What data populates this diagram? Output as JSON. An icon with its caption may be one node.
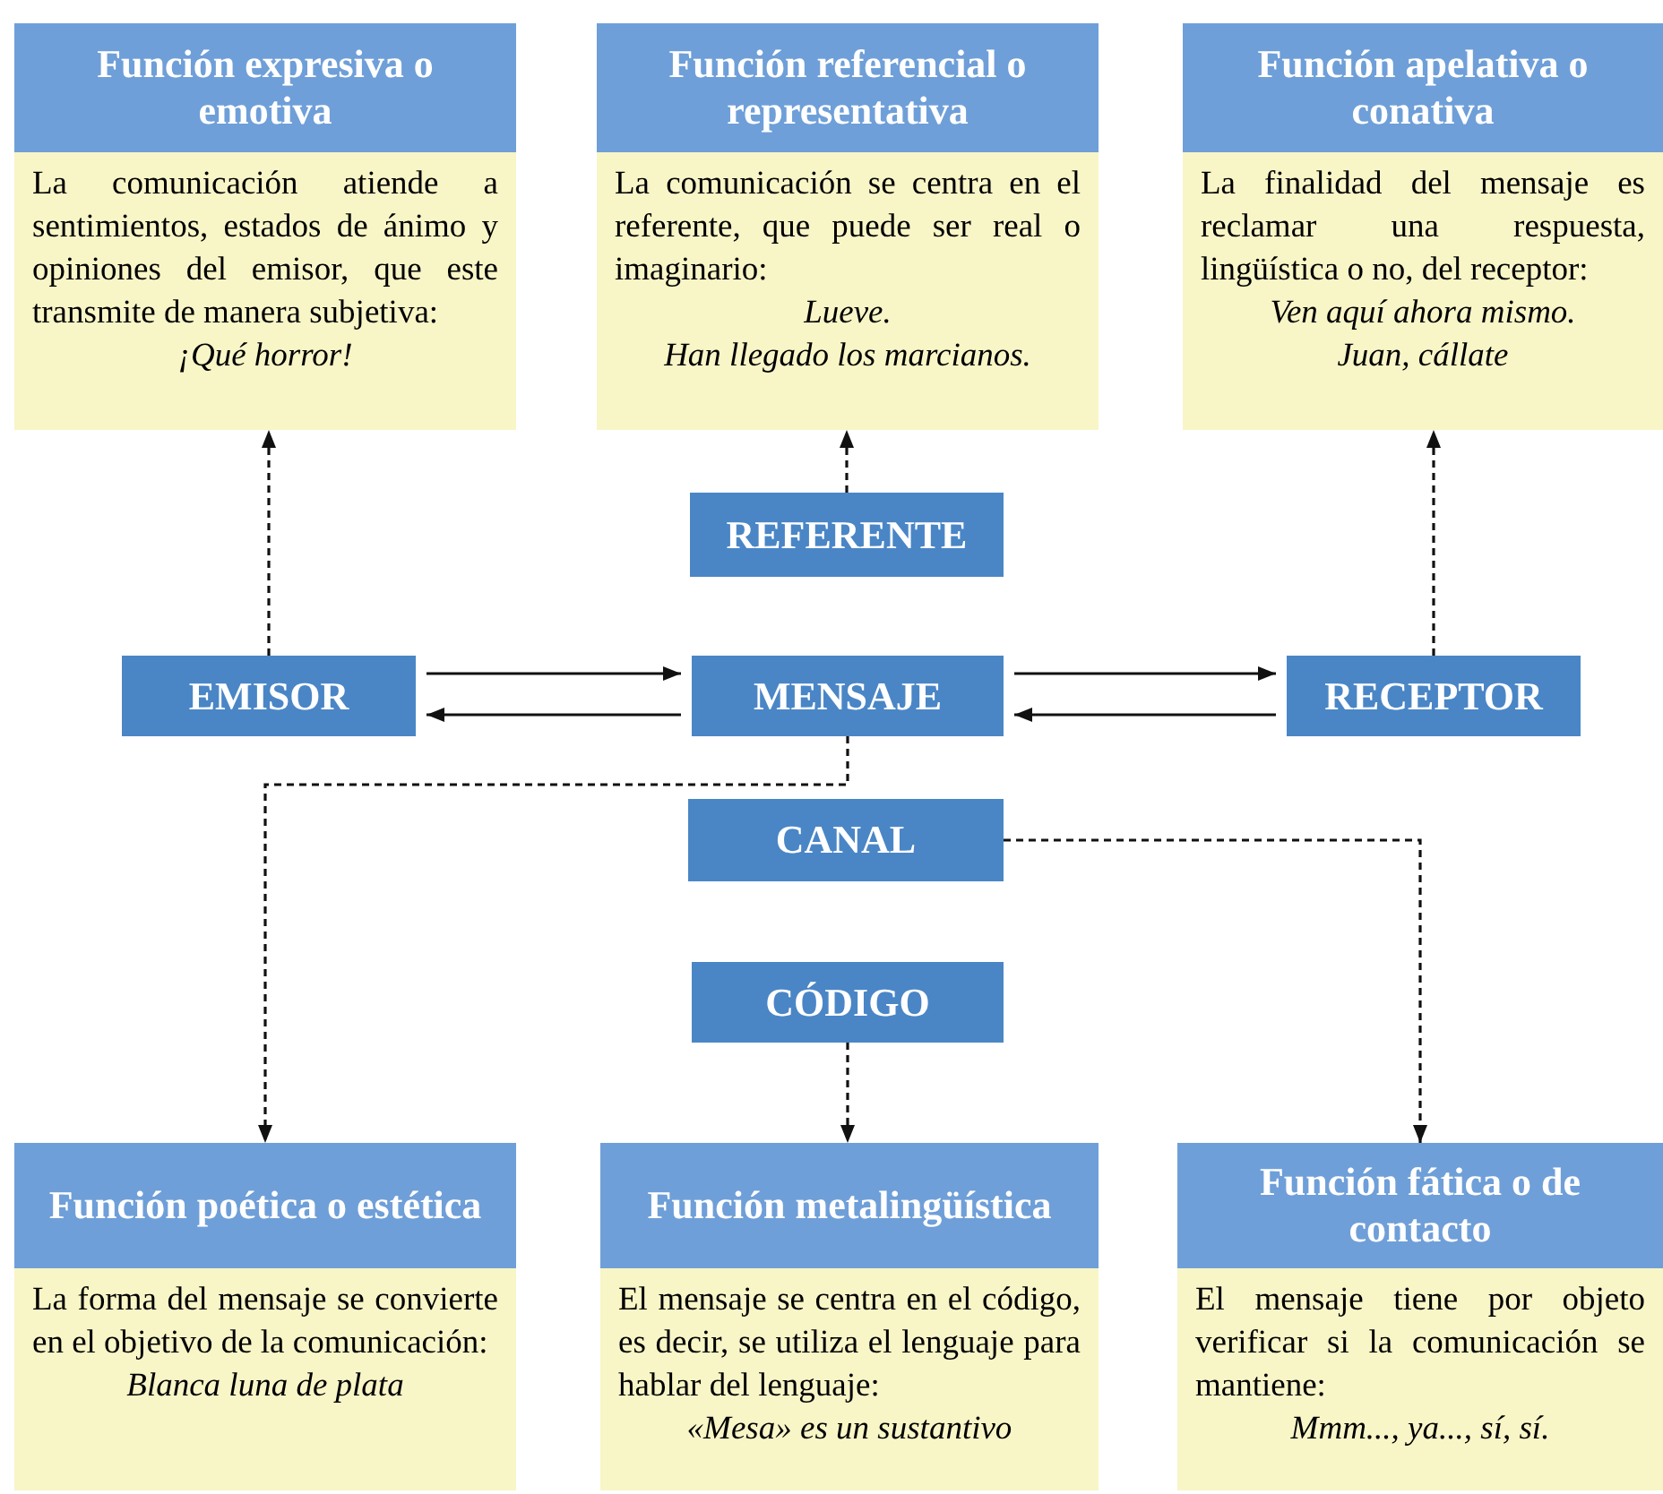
{
  "diagram": {
    "nodes": [
      {
        "text": [
          "Función expresiva o emotiva",
          "La comunicación atiende a sentimientos, estados de ánimo y opiniones del emisor, que este transmite de manera subjetiva:",
          "¡Qué horror!"
        ]
      },
      {
        "text": [
          "Función referencial o representativa",
          "La comunicación se centra en el referente, que puede ser real o imaginario:",
          "Lueve.",
          "Han llegado los marcianos."
        ]
      },
      {
        "text": [
          "Función apelativa o conativa",
          "La finalidad del mensaje es reclamar una respuesta, lingüística o no, del receptor:",
          "Ven aquí ahora mismo.",
          "Juan, cállate"
        ]
      },
      {
        "text": [
          "REFERENTE"
        ]
      },
      {
        "text": [
          "EMISOR"
        ]
      },
      {
        "text": [
          "MENSAJE"
        ]
      },
      {
        "text": [
          "RECEPTOR"
        ]
      },
      {
        "text": [
          "CANAL"
        ]
      },
      {
        "text": [
          "CÓDIGO"
        ]
      },
      {
        "text": [
          "Función poética o estética",
          "La forma del mensaje se convierte en el objetivo de la comunicación:",
          "Blanca luna de plata"
        ]
      },
      {
        "text": [
          "Función metalingüística",
          "El mensaje se centra en el código, es decir, se utiliza el lenguaje para hablar del lenguaje:",
          "«Mesa» es un sustantivo"
        ]
      },
      {
        "text": [
          "Función fática o de contacto",
          "El mensaje tiene por objeto verificar si la comunicación se mantiene:",
          "Mmm..., ya..., sí, sí."
        ]
      }
    ],
    "edges": [
      {
        "from": 4,
        "to": 0,
        "arrow": "to",
        "style": "dashed"
      },
      {
        "from": 3,
        "to": 1,
        "arrow": "to",
        "style": "dashed"
      },
      {
        "from": 6,
        "to": 2,
        "arrow": "to",
        "style": "dashed"
      },
      {
        "from": 4,
        "to": 5,
        "arrow": "to"
      },
      {
        "from": 5,
        "to": 4,
        "arrow": "to"
      },
      {
        "from": 5,
        "to": 6,
        "arrow": "to"
      },
      {
        "from": 6,
        "to": 5,
        "arrow": "to"
      },
      {
        "from": 5,
        "to": 9,
        "arrow": "to",
        "style": "dashed"
      },
      {
        "from": 8,
        "to": 10,
        "arrow": "to",
        "style": "dashed"
      },
      {
        "from": 7,
        "to": 11,
        "arrow": "to",
        "style": "dashed"
      }
    ]
  }
}
